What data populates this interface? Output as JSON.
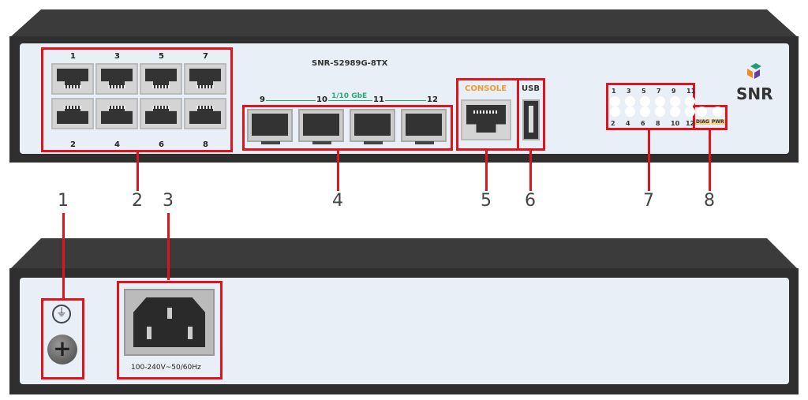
{
  "front": {
    "model": "SNR-S2989G-8TX",
    "rj45_top_labels": [
      "1",
      "3",
      "5",
      "7"
    ],
    "rj45_bottom_labels": [
      "2",
      "4",
      "6",
      "8"
    ],
    "sfp_labels": [
      "9",
      "10",
      "11",
      "12"
    ],
    "sfp_speed": "1/10 GbE",
    "console_label": "CONSOLE",
    "usb_label": "USB",
    "led_top_labels": [
      "1",
      "3",
      "5",
      "7",
      "9",
      "11"
    ],
    "led_bottom_labels": [
      "2",
      "4",
      "6",
      "8",
      "10",
      "12"
    ],
    "diag_label": "DIAG",
    "pwr_label": "PWR",
    "logo_text": "SNR"
  },
  "back": {
    "power_rating": "100-240V~50/60Hz"
  },
  "callouts": [
    "1",
    "2",
    "3",
    "4",
    "5",
    "6",
    "7",
    "8"
  ],
  "colors": {
    "highlight": "#e0141c",
    "console": "#f39a2e",
    "sfp_line": "#2aa876"
  }
}
